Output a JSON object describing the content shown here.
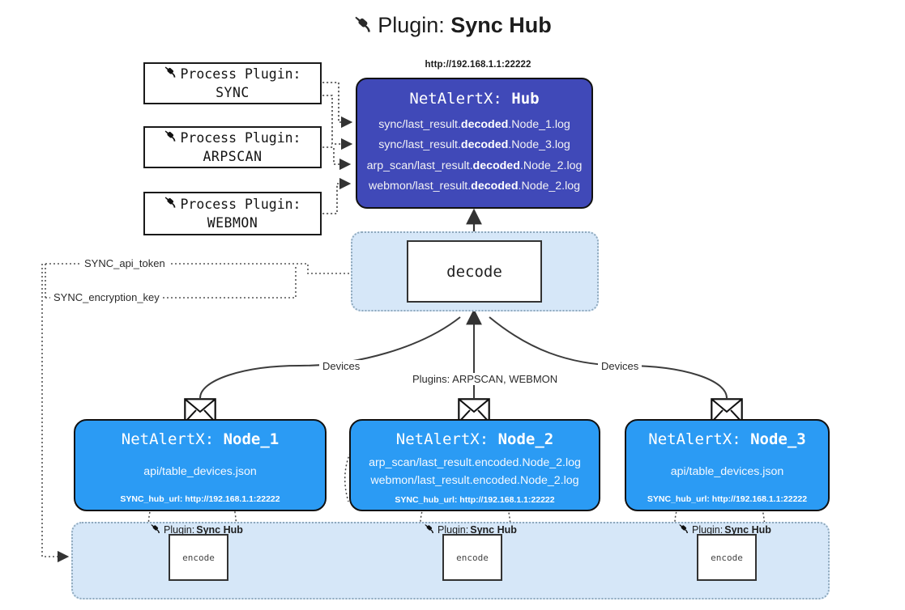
{
  "title": {
    "prefix": "Plugin:",
    "name": "Sync Hub",
    "icon": "plug-icon"
  },
  "process_plugins": [
    {
      "label": "Process Plugin:",
      "name": "SYNC",
      "icon": "plug-icon"
    },
    {
      "label": "Process Plugin:",
      "name": "ARPSCAN",
      "icon": "plug-icon"
    },
    {
      "label": "Process Plugin:",
      "name": "WEBMON",
      "icon": "plug-icon"
    }
  ],
  "hub": {
    "url": "http://192.168.1.1:22222",
    "title_prefix": "NetAlertX:",
    "title_name": "Hub",
    "files": [
      {
        "pre": "sync/last_result.",
        "mid": "decoded",
        "post": ".Node_1.log"
      },
      {
        "pre": "sync/last_result.",
        "mid": "decoded",
        "post": ".Node_3.log"
      },
      {
        "pre": "arp_scan/last_result.",
        "mid": "decoded",
        "post": ".Node_2.log"
      },
      {
        "pre": "webmon/last_result.",
        "mid": "decoded",
        "post": ".Node_2.log"
      }
    ]
  },
  "decode": {
    "label": "decode"
  },
  "secrets": [
    {
      "label": "SYNC_api_token"
    },
    {
      "label": "SYNC_encryption_key"
    }
  ],
  "edge_labels": {
    "devices_left": "Devices",
    "devices_right": "Devices",
    "plugins_middle": "Plugins: ARPSCAN, WEBMON"
  },
  "nodes": [
    {
      "title_prefix": "NetAlertX:",
      "title_name": "Node_1",
      "lines": [
        "api/table_devices.json"
      ],
      "footer": "SYNC_hub_url: http://192.168.1.1:22222",
      "icon": "envelope-icon"
    },
    {
      "title_prefix": "NetAlertX:",
      "title_name": "Node_2",
      "lines": [
        "arp_scan/last_result.encoded.Node_2.log",
        "webmon/last_result.encoded.Node_2.log"
      ],
      "footer": "SYNC_hub_url: http://192.168.1.1:22222",
      "icon": "envelope-icon"
    },
    {
      "title_prefix": "NetAlertX:",
      "title_name": "Node_3",
      "lines": [
        "api/table_devices.json"
      ],
      "footer": "SYNC_hub_url: http://192.168.1.1:22222",
      "icon": "envelope-icon"
    }
  ],
  "encoders": [
    {
      "plugin_prefix": "Plugin:",
      "plugin_name": "Sync Hub",
      "box_label": "encode",
      "icon": "plug-icon"
    },
    {
      "plugin_prefix": "Plugin:",
      "plugin_name": "Sync Hub",
      "box_label": "encode",
      "icon": "plug-icon"
    },
    {
      "plugin_prefix": "Plugin:",
      "plugin_name": "Sync Hub",
      "box_label": "encode",
      "icon": "plug-icon"
    }
  ],
  "colors": {
    "hub_fill": "#4049b8",
    "node_fill": "#2b9bf4",
    "container_fill": "#d6e7f8",
    "container_border": "#8fa9bd",
    "stroke": "#333333"
  }
}
